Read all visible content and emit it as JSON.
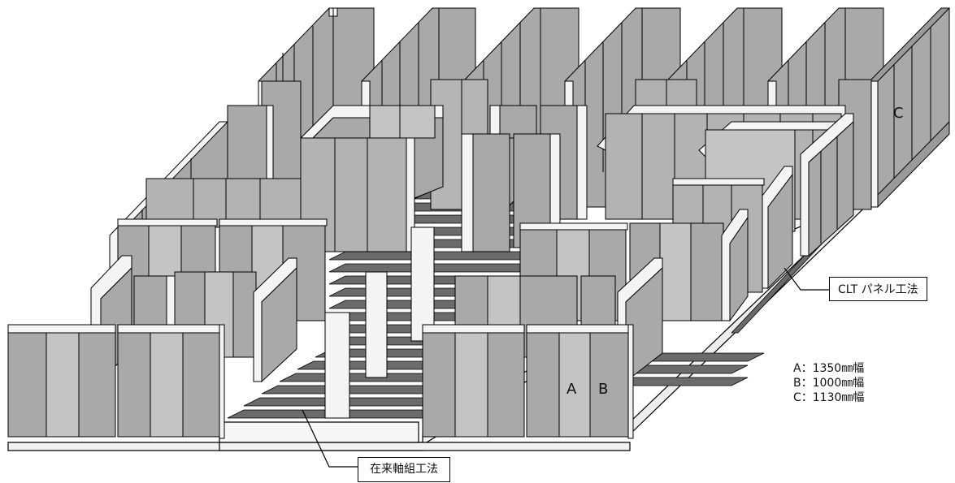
{
  "labels": {
    "clt_method": "CLT パネル工法",
    "conventional_method": "在来軸組工法"
  },
  "panel_markers": {
    "a": "A",
    "b": "B",
    "c": "C"
  },
  "legend": {
    "a": "A：1350㎜幅",
    "b": "B：1000㎜幅",
    "c": "C：1130㎜幅"
  },
  "colors": {
    "panel_face": "#a9a9a9",
    "panel_light": "#c4c4c4",
    "panel_top": "#f4f4f4",
    "panel_side": "#e6e6e6",
    "floor_joist": "#6b6b6b",
    "outline": "#000000"
  }
}
